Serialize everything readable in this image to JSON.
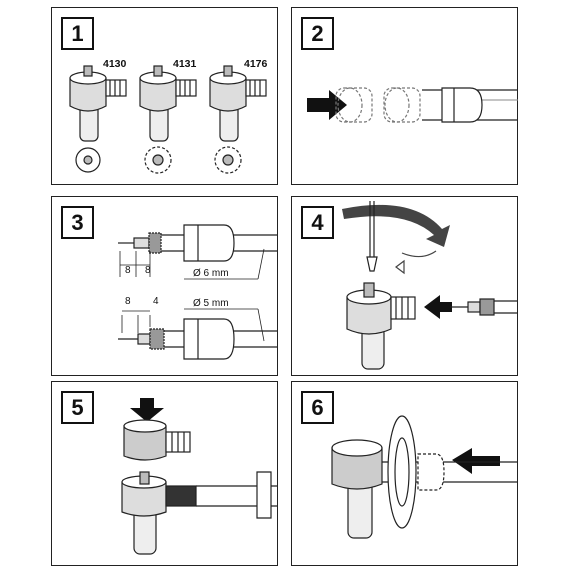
{
  "steps": [
    {
      "number": "1",
      "models": [
        "4130",
        "4131",
        "4176"
      ]
    },
    {
      "number": "2"
    },
    {
      "number": "3",
      "dims": {
        "strip_a": "8",
        "strip_b": "8",
        "dia_a": "Ø  6 mm",
        "strip_c": "8",
        "strip_d": "4",
        "dia_b": "Ø  5 mm"
      }
    },
    {
      "number": "4"
    },
    {
      "number": "5"
    },
    {
      "number": "6"
    }
  ],
  "colors": {
    "line": "#222222",
    "shade": "#9a9a9a",
    "light": "#dddddd",
    "arrow": "#111111"
  }
}
